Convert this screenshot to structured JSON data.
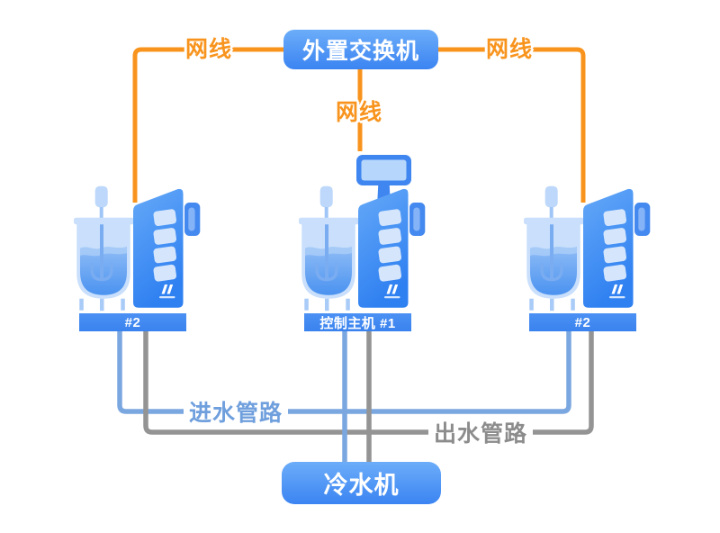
{
  "switch": {
    "label": "外置交换机"
  },
  "cables": {
    "left": "网线",
    "center": "网线",
    "right": "网线"
  },
  "machines": [
    {
      "label": "#2"
    },
    {
      "label": "控制主机 #1"
    },
    {
      "label": "#2"
    }
  ],
  "pipes": {
    "inlet_label": "进水管路",
    "outlet_label": "出水管路"
  },
  "chiller": {
    "label": "冷水机"
  },
  "colors": {
    "accent_orange": "#F8941D",
    "node_blue": "#3B84F2",
    "inlet_blue": "#7BA7E0",
    "outlet_gray": "#949494"
  }
}
